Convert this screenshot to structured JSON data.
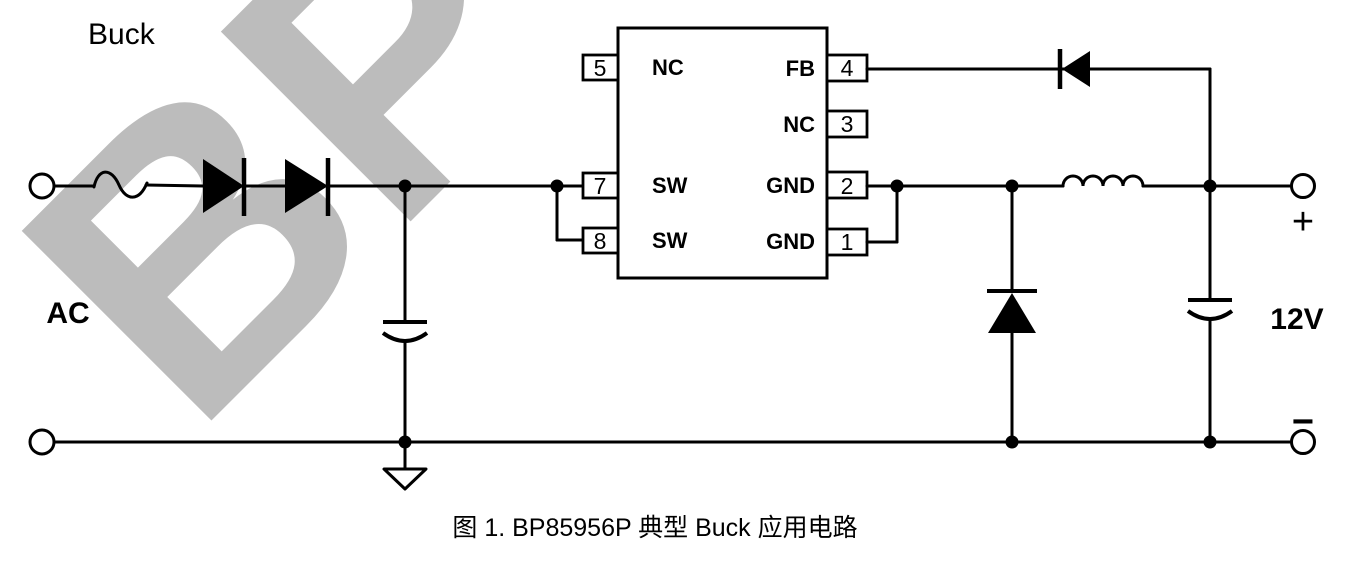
{
  "labels": {
    "circuit_type": "Buck",
    "input": "AC",
    "output_voltage": "12V",
    "polarity_positive": "+",
    "polarity_negative": "−",
    "watermark": "BP"
  },
  "ic": {
    "left_pins": [
      {
        "number": "5",
        "name": "NC"
      },
      {
        "number": "7",
        "name": "SW"
      },
      {
        "number": "8",
        "name": "SW"
      }
    ],
    "right_pins": [
      {
        "number": "4",
        "name": "FB"
      },
      {
        "number": "3",
        "name": "NC"
      },
      {
        "number": "2",
        "name": "GND"
      },
      {
        "number": "1",
        "name": "GND"
      }
    ]
  },
  "caption": "图 1. BP85956P 典型 Buck 应用电路",
  "colors": {
    "line": "#000000",
    "text": "#000000",
    "watermark_gray": "#bcbcbc",
    "background": "#ffffff"
  }
}
